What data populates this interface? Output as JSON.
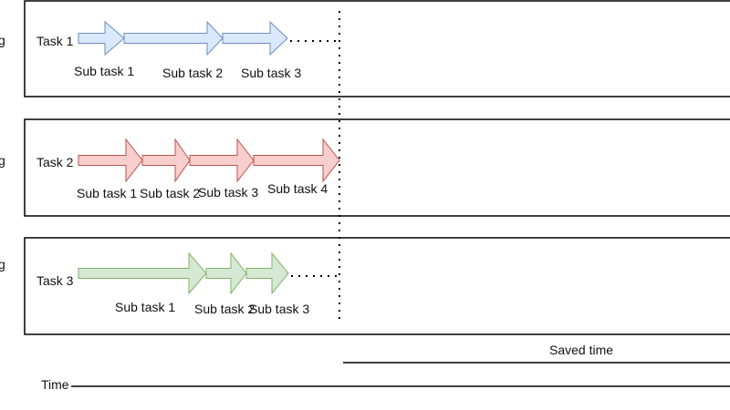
{
  "lanes": [
    {
      "task_label": "Task 1",
      "edge_label": "g",
      "fill": "#dae8fc",
      "stroke": "#6c8ebf",
      "ends_dotted": true,
      "subtasks": [
        "Sub task 1",
        "Sub task 2",
        "Sub task 3"
      ]
    },
    {
      "task_label": "Task 2",
      "edge_label": "g",
      "fill": "#f8cecc",
      "stroke": "#b85450",
      "ends_dotted": false,
      "subtasks": [
        "Sub task 1",
        "Sub task 2",
        "Sub task 3",
        "Sub task 4"
      ]
    },
    {
      "task_label": "Task 3",
      "edge_label": "g",
      "fill": "#d5e8d4",
      "stroke": "#82b366",
      "ends_dotted": true,
      "subtasks": [
        "Sub task 1",
        "Sub task 2",
        "Sub task 3"
      ]
    }
  ],
  "saved_time_label": "Saved time",
  "time_axis_label": "Time"
}
